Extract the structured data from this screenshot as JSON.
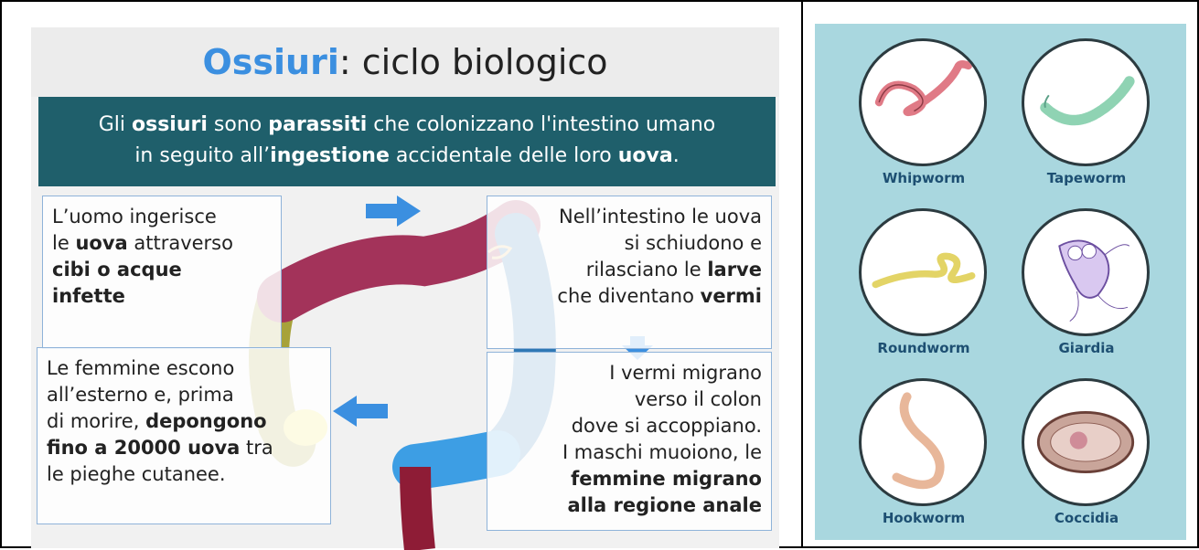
{
  "left_panel": {
    "title_highlight": "Ossiuri",
    "title_rest": ": ciclo biologico",
    "banner": {
      "line1": [
        "Gli ",
        "ossiuri",
        " sono ",
        "parassiti",
        " che colonizzano l'intestino umano"
      ],
      "line2": [
        "in seguito all’",
        "ingestione",
        " accidentale delle loro ",
        "uova",
        "."
      ]
    },
    "step_ingestion": {
      "l1": "L’uomo ingerisce",
      "l2a": "le ",
      "l2b": "uova",
      "l2c": " attraverso",
      "l3": "cibi o acque",
      "l4": "infette"
    },
    "step_hatching": {
      "l1": "Nell’intestino le uova",
      "l2": "si schiudono e",
      "l3a": "rilasciano le ",
      "l3b": "larve",
      "l4a": "che diventano ",
      "l4b": "vermi"
    },
    "step_migration": {
      "l1": "I vermi migrano",
      "l2": "verso il colon",
      "l3": "dove si accoppiano.",
      "l4": "I maschi muoiono, le",
      "l5": "femmine migrano",
      "l6": "alla regione anale"
    },
    "step_laying": {
      "l1": "Le femmine escono",
      "l2": "all’esterno e, prima",
      "l3a": "di morire, ",
      "l3b": "depongono",
      "l4a": "fino a 20000 uova",
      "l4b": " tra",
      "l5": "le pieghe cutanee."
    }
  },
  "right_panel": {
    "parasites": [
      {
        "name": "Whipworm",
        "icon": "whipworm-icon"
      },
      {
        "name": "Tapeworm",
        "icon": "tapeworm-icon"
      },
      {
        "name": "Roundworm",
        "icon": "roundworm-icon"
      },
      {
        "name": "Giardia",
        "icon": "giardia-icon"
      },
      {
        "name": "Hookworm",
        "icon": "hookworm-icon"
      },
      {
        "name": "Coccidia",
        "icon": "coccidia-icon"
      }
    ]
  },
  "colors": {
    "title_accent": "#3b8fe0",
    "banner_bg": "#1f5f6b",
    "arrow": "#3b8fe0",
    "right_bg": "#a9d7df",
    "label_text": "#1d4f72"
  }
}
